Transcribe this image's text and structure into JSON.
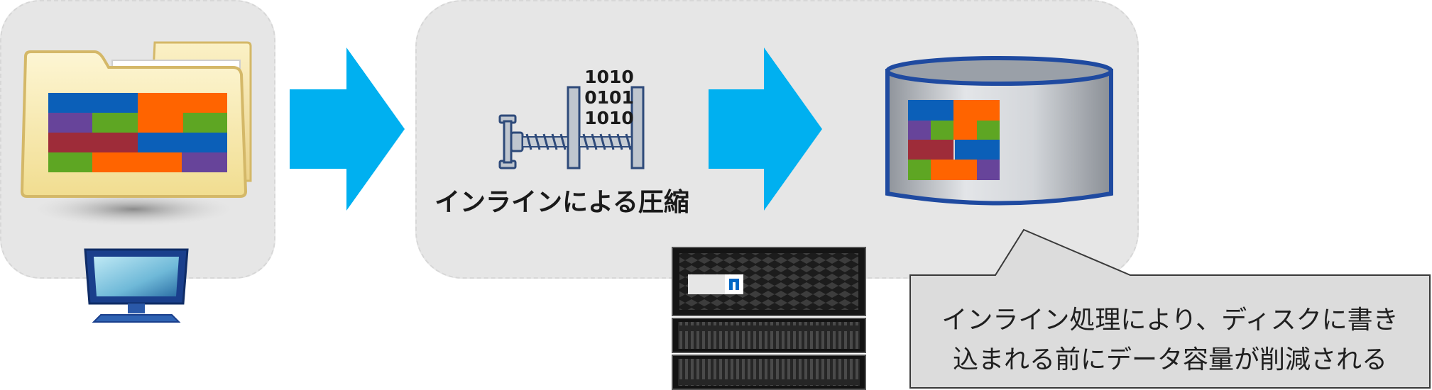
{
  "colors": {
    "arrow": "#00b0f0",
    "panel": "#e6e6e6",
    "block_blue": "#0b5fb8",
    "block_orange": "#ff6400",
    "block_green": "#5ea623",
    "block_purple": "#67449a",
    "block_red": "#9e2c39",
    "disk_outline": "#1f4aa0",
    "folder": "#f4e39a"
  },
  "icons": {
    "folder": "folder-icon",
    "monitor": "monitor-icon",
    "compressor": "vise-compressor-icon",
    "disk": "database-cylinder-icon",
    "storage": "storage-array-icon",
    "arrow": "right-arrow-icon"
  },
  "compression": {
    "binary_lines": [
      "1010",
      "0101",
      "1010"
    ],
    "label": "インラインによる圧縮"
  },
  "callout": {
    "lines": [
      "インライン処理により、ディスクに書き",
      "込まれる前にデータ容量が削減される"
    ]
  }
}
